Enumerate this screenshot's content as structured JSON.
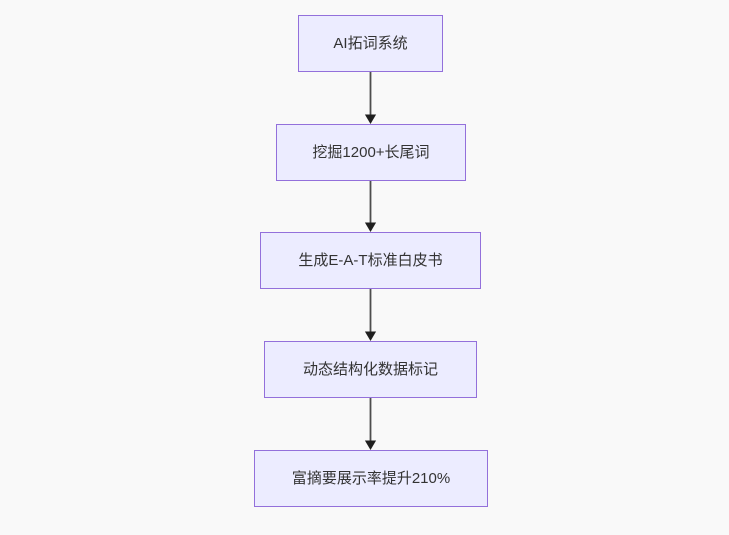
{
  "diagram": {
    "type": "flowchart",
    "direction": "top-down",
    "nodes": [
      {
        "label": "AI拓词系统"
      },
      {
        "label": "挖掘1200+长尾词"
      },
      {
        "label": "生成E-A-T标准白皮书"
      },
      {
        "label": "动态结构化数据标记"
      },
      {
        "label": "富摘要展示率提升210%"
      }
    ],
    "edges": [
      {
        "from": 0,
        "to": 1
      },
      {
        "from": 1,
        "to": 2
      },
      {
        "from": 2,
        "to": 3
      },
      {
        "from": 3,
        "to": 4
      }
    ],
    "colors": {
      "background": "#f9f9f9",
      "node_fill": "#ececff",
      "node_border": "#9370db",
      "text": "#333333",
      "arrow_line": "#4d4d4d",
      "arrow_head": "#1f1f1f"
    }
  }
}
